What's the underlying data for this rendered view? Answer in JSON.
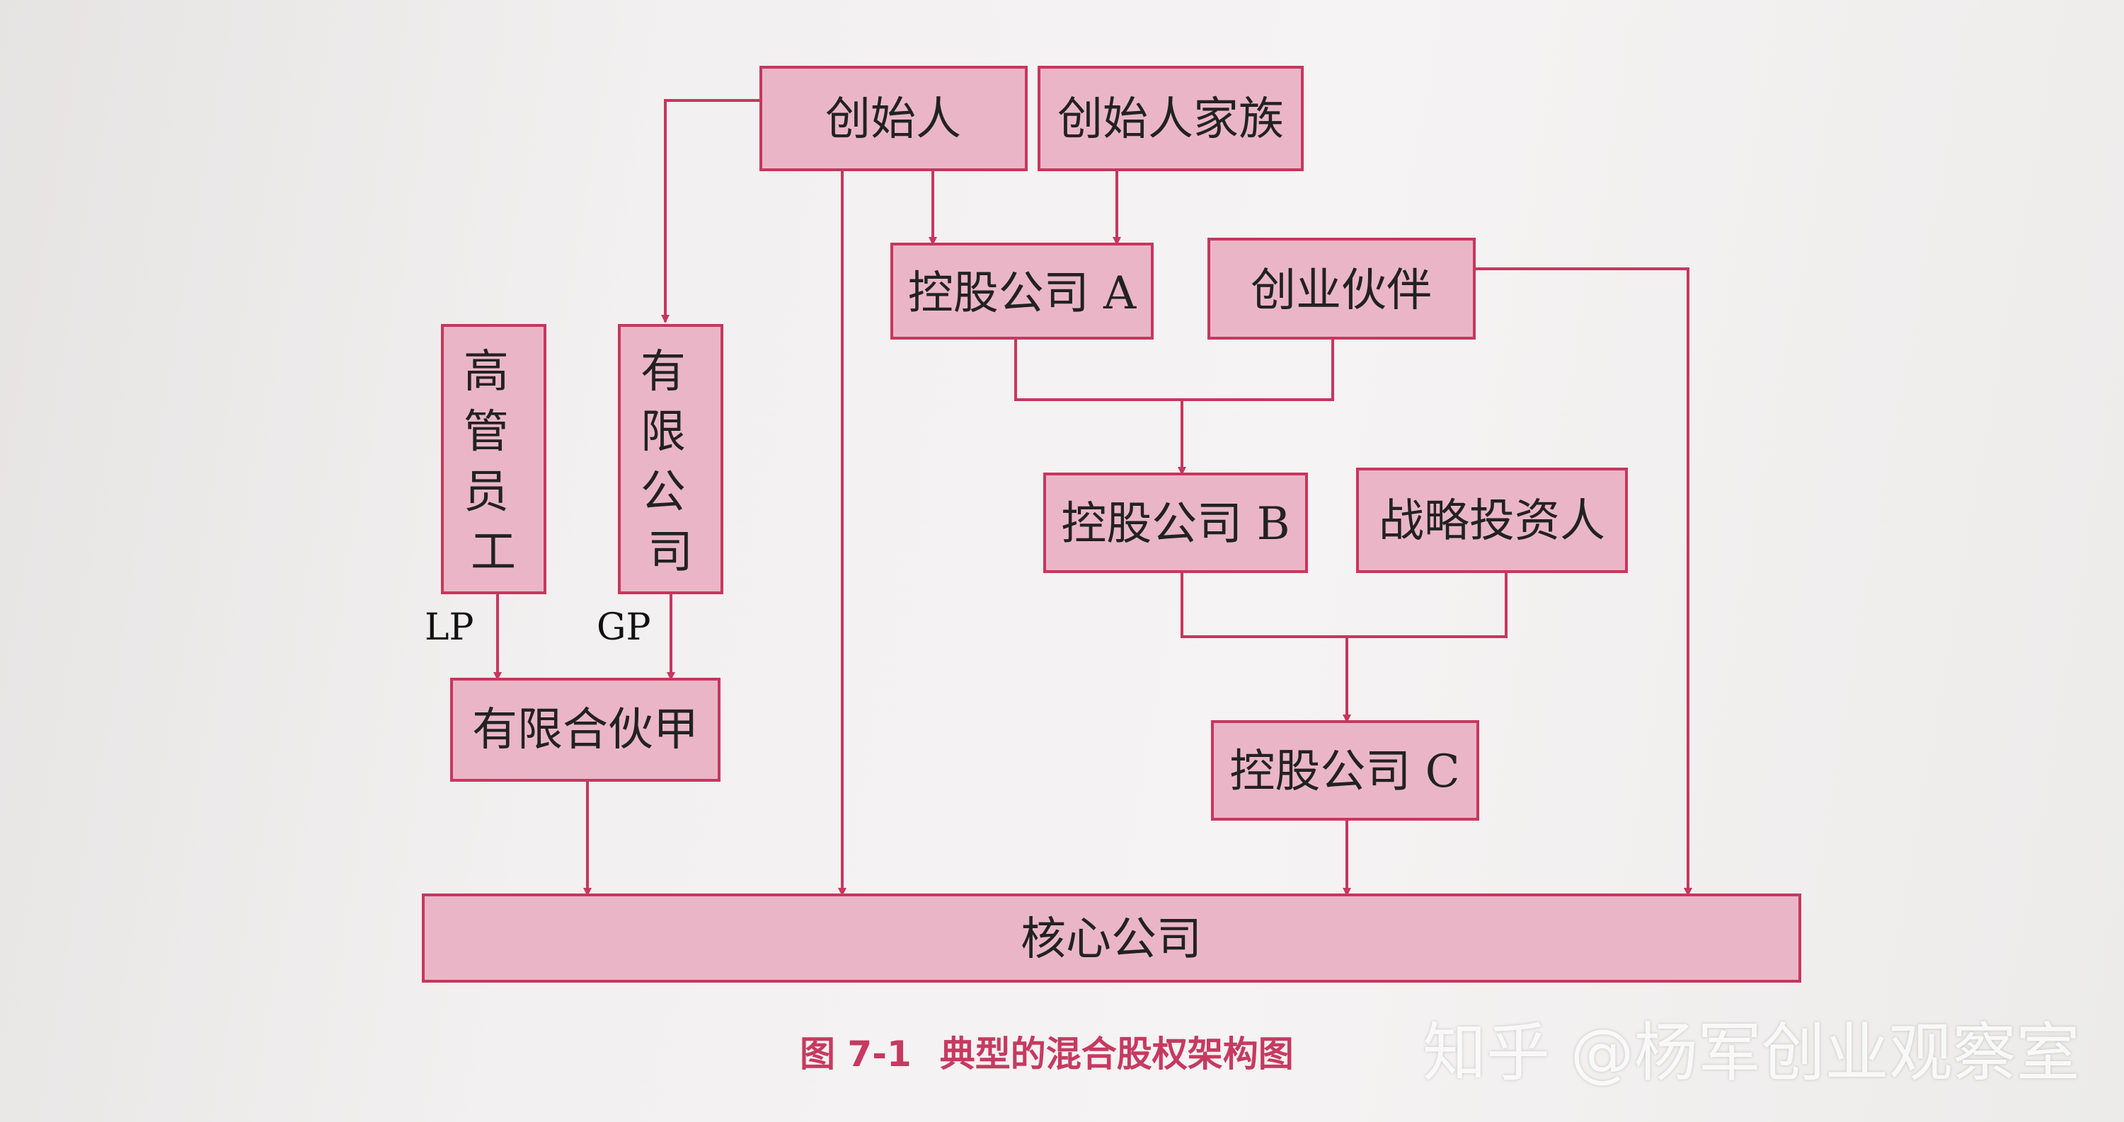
{
  "diagram": {
    "nodes": [
      {
        "id": "founder",
        "label": "创始人"
      },
      {
        "id": "founder_family",
        "label": "创始人家族"
      },
      {
        "id": "holding_a",
        "label": "控股公司 A"
      },
      {
        "id": "partners",
        "label": "创业伙伴"
      },
      {
        "id": "executives",
        "label": "高管员工"
      },
      {
        "id": "ltd_company",
        "label": "有限公司"
      },
      {
        "id": "holding_b",
        "label": "控股公司 B"
      },
      {
        "id": "strategic_investor",
        "label": "战略投资人"
      },
      {
        "id": "lp_a",
        "label": "有限合伙甲"
      },
      {
        "id": "holding_c",
        "label": "控股公司 C"
      },
      {
        "id": "core",
        "label": "核心公司"
      }
    ],
    "edges": [
      {
        "from": "founder",
        "to": "holding_a"
      },
      {
        "from": "founder_family",
        "to": "holding_a"
      },
      {
        "from": "founder",
        "to": "ltd_company"
      },
      {
        "from": "founder",
        "to": "core"
      },
      {
        "from": "holding_a",
        "to": "holding_b"
      },
      {
        "from": "partners",
        "to": "holding_b"
      },
      {
        "from": "partners",
        "to": "core"
      },
      {
        "from": "holding_b",
        "to": "holding_c"
      },
      {
        "from": "strategic_investor",
        "to": "holding_c"
      },
      {
        "from": "executives",
        "to": "lp_a",
        "label": "LP"
      },
      {
        "from": "ltd_company",
        "to": "lp_a",
        "label": "GP"
      },
      {
        "from": "lp_a",
        "to": "core"
      },
      {
        "from": "holding_c",
        "to": "core"
      }
    ]
  },
  "caption": {
    "figure_number": "图 7-1",
    "title": "典型的混合股权架构图"
  },
  "watermark": "知乎 @杨军创业观察室",
  "colors": {
    "box_fill": "#eab6c7",
    "line": "#c8365e",
    "caption": "#c63a60"
  }
}
